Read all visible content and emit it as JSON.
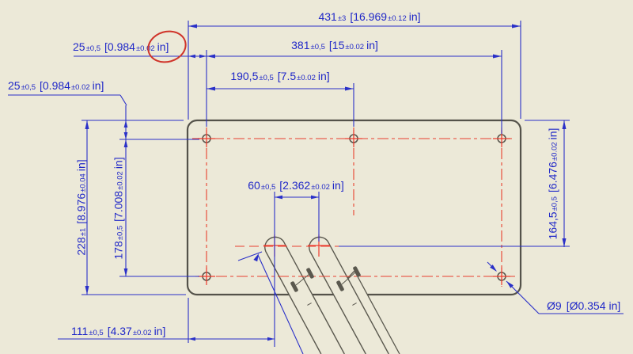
{
  "drawing": {
    "colors": {
      "background": "#ece9d8",
      "dimension_blue": "#2028c8",
      "centerline_red": "#e8402f",
      "outline_gray": "#54524a",
      "markup_red": "#d0342a"
    },
    "dims": {
      "total_width": {
        "p1": "431",
        "p2": "±3",
        "p3": "[16.969",
        "p4": "±0.12",
        "p5": "in]"
      },
      "hole_span_w": {
        "p1": "381",
        "p2": "±0,5",
        "p3": "[15",
        "p4": "±0.02",
        "p5": "in]"
      },
      "mid_hole_w": {
        "p1": "190,5",
        "p2": "±0,5",
        "p3": "[7.5",
        "p4": "±0.02",
        "p5": "in]"
      },
      "edge_top": {
        "p1": "25",
        "p2": "±0,5",
        "p3": "[0.984",
        "p4": "±0.02",
        "p5": "in]"
      },
      "edge_left": {
        "p1": "25",
        "p2": "±0,5",
        "p3": "[0.984",
        "p4": "±0.02",
        "p5": "in]"
      },
      "total_height": {
        "p1": "228",
        "p2": "±1",
        "p3": "[8.976",
        "p4": "±0.04",
        "p5": "in]"
      },
      "hole_span_h": {
        "p1": "178",
        "p2": "±0,5",
        "p3": "[7.008",
        "p4": "±0.02",
        "p5": "in]"
      },
      "slot_row_h": {
        "p1": "164,5",
        "p2": "±0,5",
        "p3": "[6.476",
        "p4": "±0.02",
        "p5": "in]"
      },
      "slot_pitch": {
        "p1": "60",
        "p2": "±0,5",
        "p3": "[2.362",
        "p4": "±0.02",
        "p5": "in]"
      },
      "slot_left": {
        "p1": "111",
        "p2": "±0,5",
        "p3": "[4.37",
        "p4": "±0.02",
        "p5": "in]"
      },
      "hole_dia": {
        "p1": "Ø9",
        "p2": "",
        "p3": "[Ø0.354",
        "p4": "",
        "p5": "in]"
      }
    },
    "markup": {
      "shape": "ellipse",
      "circled_text": "in]"
    }
  }
}
